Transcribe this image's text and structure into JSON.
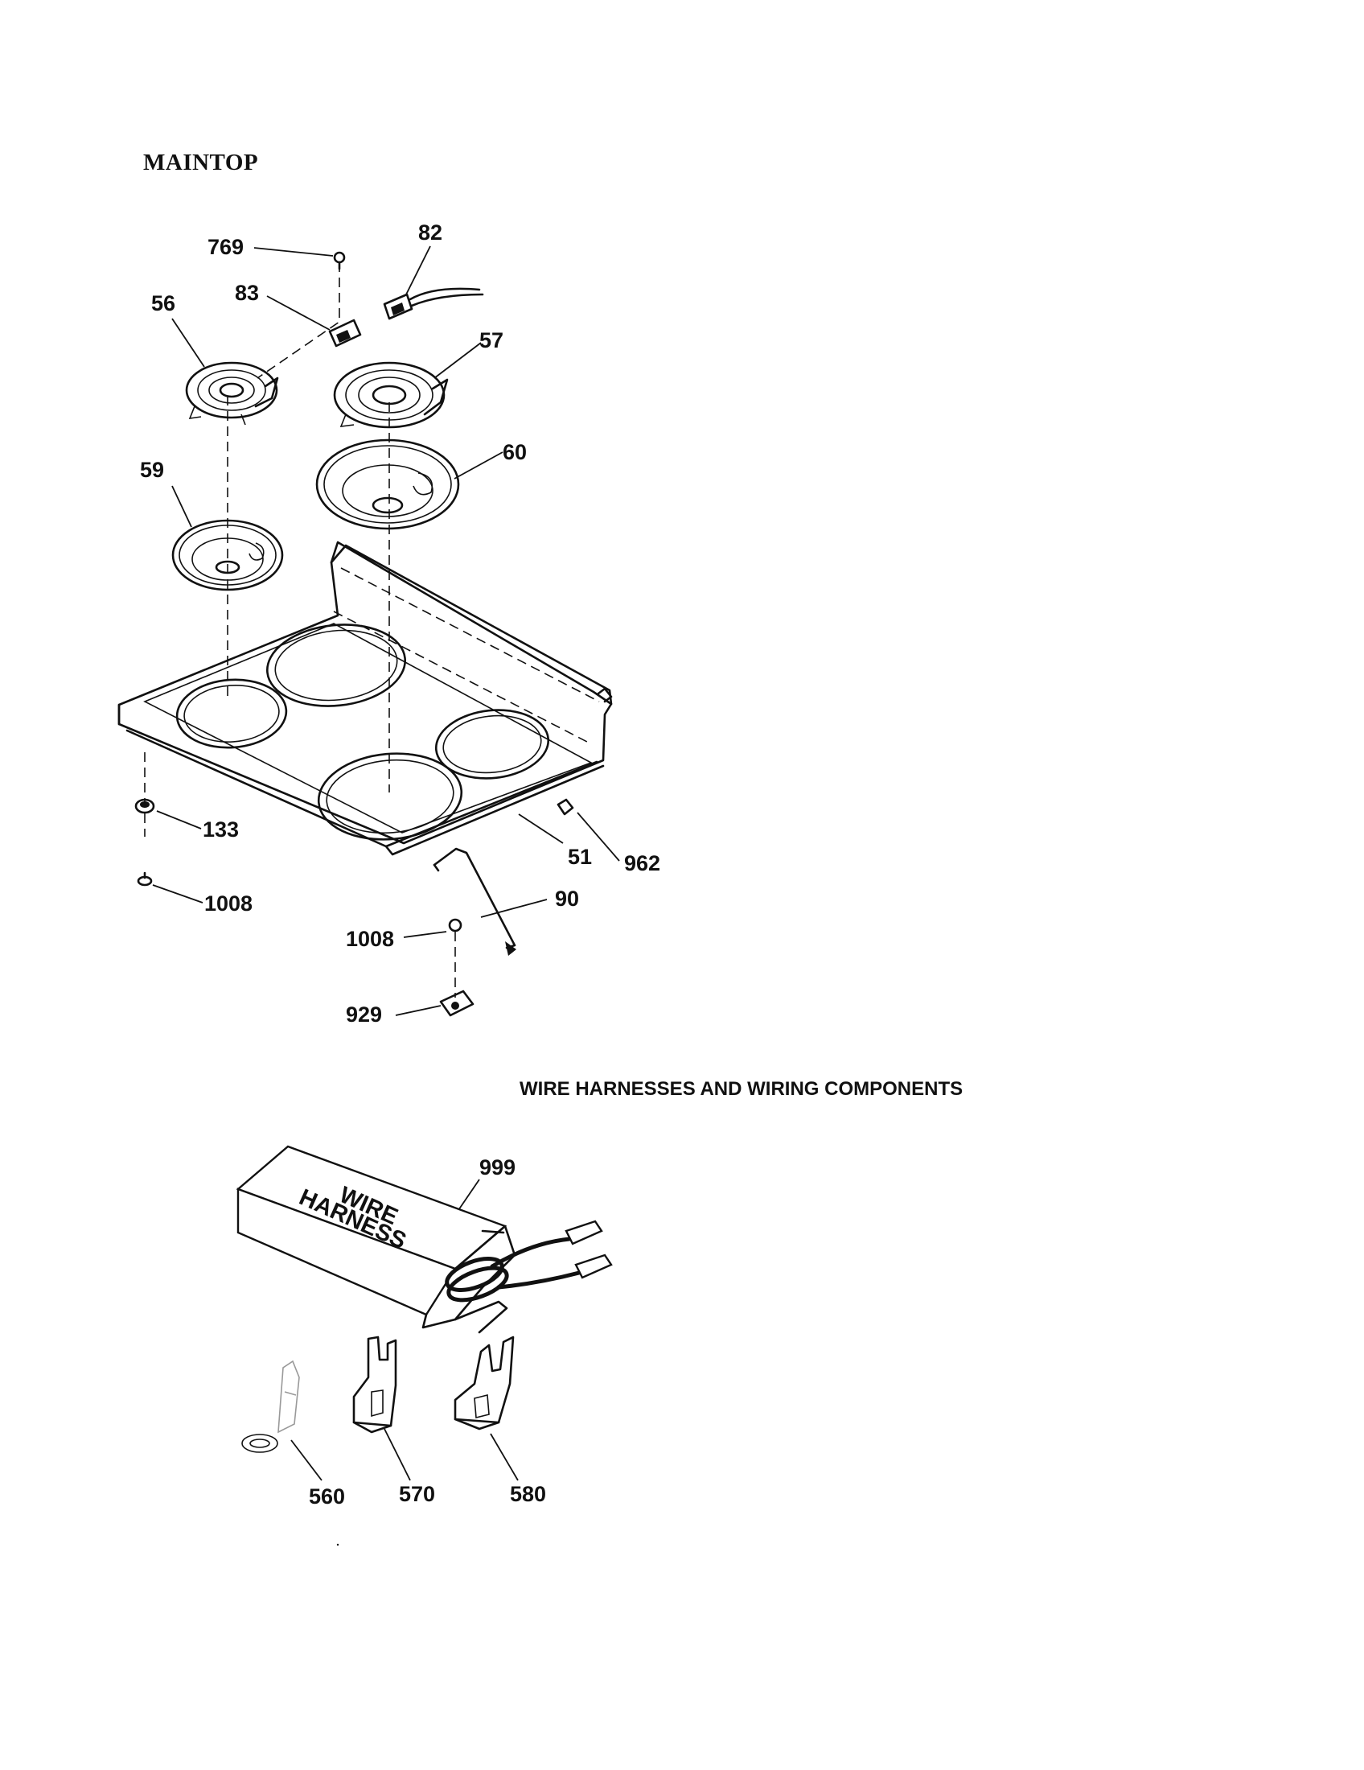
{
  "title": "MAINTOP",
  "wiring_section_title": "WIRE HARNESSES AND WIRING COMPONENTS",
  "box_label": {
    "line1": "WIRE",
    "line2": "HARNESS"
  },
  "callouts": {
    "c769": "769",
    "c82": "82",
    "c83": "83",
    "c56": "56",
    "c57": "57",
    "c59": "59",
    "c60": "60",
    "c133": "133",
    "c1008a": "1008",
    "c51": "51",
    "c962": "962",
    "c90": "90",
    "c1008b": "1008",
    "c929": "929",
    "c999": "999",
    "c560": "560",
    "c570": "570",
    "c580": "580"
  }
}
